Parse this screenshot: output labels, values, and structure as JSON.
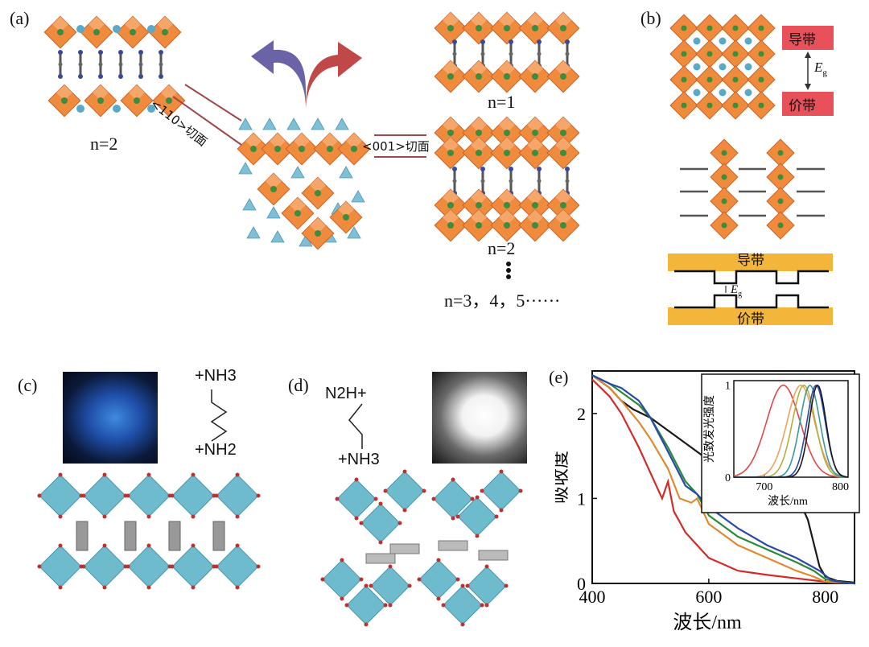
{
  "panel_a": {
    "label": "(a)",
    "facet_110": "<110>切面",
    "facet_001": "<001>切面",
    "n_left": "n=2",
    "n_top_right": "n=1",
    "n_mid_right": "n=2",
    "n_series": "n=3，4，5······"
  },
  "panel_b": {
    "label": "(b)",
    "cb_top": "导带",
    "vb_top": "价带",
    "eg": "E",
    "eg_sub": "g",
    "cb_bottom": "导带",
    "vb_bottom": "价带"
  },
  "panel_c": {
    "label": "(c)",
    "mol_top": "+NH3",
    "mol_bottom": "+NH2"
  },
  "panel_d": {
    "label": "(d)",
    "mol_top": "N2H+",
    "mol_bottom": "+NH3"
  },
  "panel_e_label": "(e)",
  "chart_data": [
    {
      "type": "line",
      "xlabel": "波长/nm",
      "ylabel": "吸收度",
      "xlim": [
        400,
        850
      ],
      "ylim": [
        0,
        2.5
      ],
      "xticks": [
        400,
        600,
        800
      ],
      "yticks": [
        0,
        1,
        2
      ],
      "series": [
        {
          "color": "#1a1a1a",
          "x": [
            400,
            430,
            450,
            470,
            500,
            550,
            600,
            650,
            700,
            730,
            750,
            770,
            790,
            800,
            820,
            850
          ],
          "y": [
            2.45,
            2.3,
            2.15,
            2.05,
            1.95,
            1.7,
            1.45,
            1.3,
            1.22,
            1.15,
            1.05,
            0.75,
            0.2,
            0.08,
            0.03,
            0.01
          ]
        },
        {
          "color": "#d42a2a",
          "x": [
            400,
            430,
            450,
            480,
            500,
            520,
            530,
            540,
            560,
            580,
            600,
            650,
            700,
            750,
            800,
            850
          ],
          "y": [
            2.4,
            2.2,
            2.0,
            1.6,
            1.3,
            1.0,
            1.2,
            0.85,
            0.6,
            0.45,
            0.3,
            0.15,
            0.1,
            0.06,
            0.02,
            0.0
          ]
        },
        {
          "color": "#e08a30",
          "x": [
            400,
            430,
            450,
            480,
            500,
            530,
            550,
            570,
            580,
            600,
            650,
            700,
            750,
            780,
            800,
            850
          ],
          "y": [
            2.45,
            2.3,
            2.15,
            1.9,
            1.7,
            1.35,
            1.0,
            0.95,
            1.0,
            0.7,
            0.45,
            0.3,
            0.15,
            0.08,
            0.02,
            0.0
          ]
        },
        {
          "color": "#2a8a3a",
          "x": [
            400,
            430,
            450,
            480,
            500,
            530,
            560,
            580,
            600,
            650,
            700,
            750,
            780,
            800,
            820,
            850
          ],
          "y": [
            2.45,
            2.35,
            2.25,
            2.1,
            1.95,
            1.6,
            1.2,
            1.05,
            0.8,
            0.55,
            0.4,
            0.25,
            0.15,
            0.05,
            0.02,
            0.0
          ]
        },
        {
          "color": "#2a4aa8",
          "x": [
            400,
            430,
            450,
            480,
            500,
            530,
            560,
            580,
            600,
            650,
            700,
            750,
            790,
            810,
            830,
            850
          ],
          "y": [
            2.45,
            2.35,
            2.3,
            2.15,
            1.95,
            1.55,
            1.15,
            1.05,
            0.9,
            0.65,
            0.45,
            0.3,
            0.15,
            0.04,
            0.01,
            0.0
          ]
        }
      ]
    },
    {
      "type": "line",
      "xlabel": "波长/nm",
      "ylabel": "光致发光强度",
      "xlim": [
        660,
        810
      ],
      "ylim": [
        0,
        1.05
      ],
      "xticks": [
        700,
        800
      ],
      "yticks": [
        0,
        1
      ],
      "series": [
        {
          "color": "#e04848",
          "center": 725,
          "width": 22
        },
        {
          "color": "#f0a060",
          "center": 748,
          "width": 18
        },
        {
          "color": "#b0b040",
          "center": 752,
          "width": 15
        },
        {
          "color": "#3a9a9a",
          "center": 760,
          "width": 13
        },
        {
          "color": "#2a4aa8",
          "center": 768,
          "width": 12
        },
        {
          "color": "#1a1a1a",
          "center": 770,
          "width": 11
        }
      ]
    }
  ]
}
